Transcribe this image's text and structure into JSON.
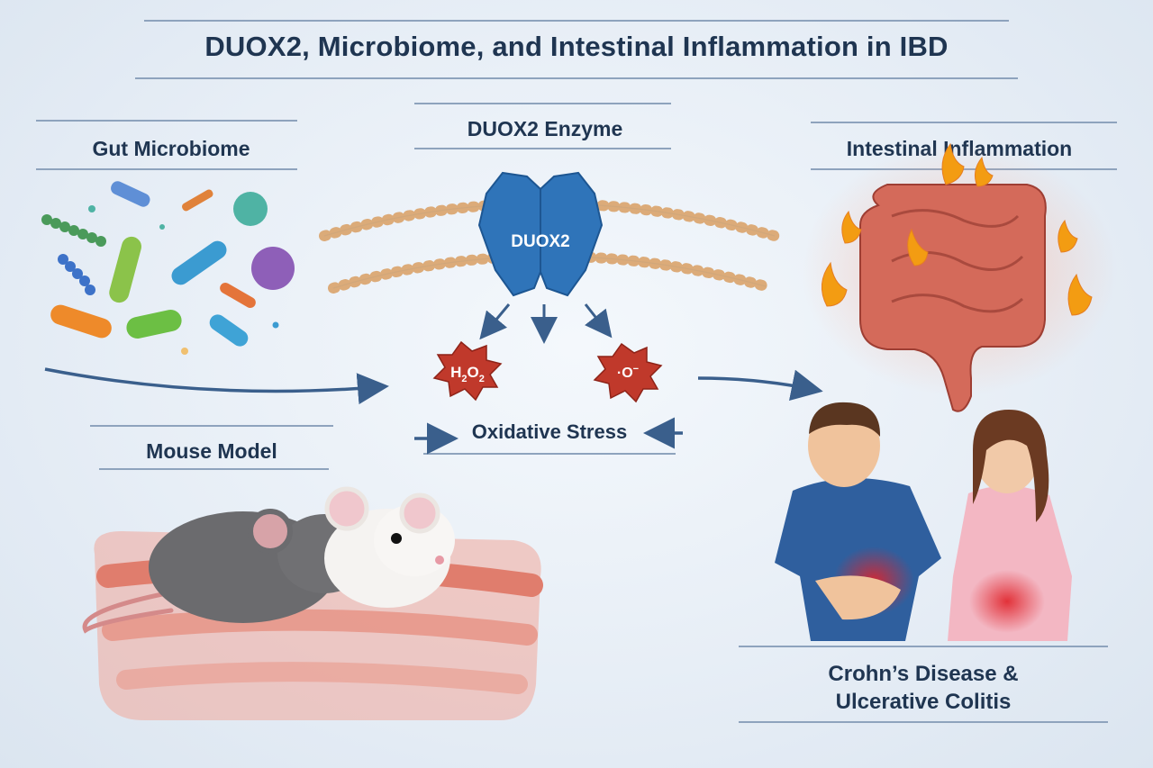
{
  "title": "DUOX2, Microbiome, and Intestinal Inflammation in IBD",
  "sections": {
    "gut_microbiome": "Gut Microbiome",
    "duox2_enzyme": "DUOX2 Enzyme",
    "intestinal_inflammation": "Intestinal Inflammation",
    "mouse_model": "Mouse Model",
    "oxidative_stress": "Oxidative Stress",
    "disease_line1": "Crohn’s Disease &",
    "disease_line2": "Ulcerative Colitis"
  },
  "enzyme_label": "DUOX2",
  "ros": {
    "h2o2_main": "H",
    "h2o2_sub1": "2",
    "h2o2_mid": "O",
    "h2o2_sub2": "2",
    "superoxide": "·O",
    "superoxide_sup": "−"
  },
  "colors": {
    "title": "#1f3551",
    "arrow": "#3a5f8c",
    "enzyme": "#2f74b9",
    "ros_burst": "#c0392b",
    "intestine": "#d46a5a",
    "flame": "#f39c12"
  }
}
